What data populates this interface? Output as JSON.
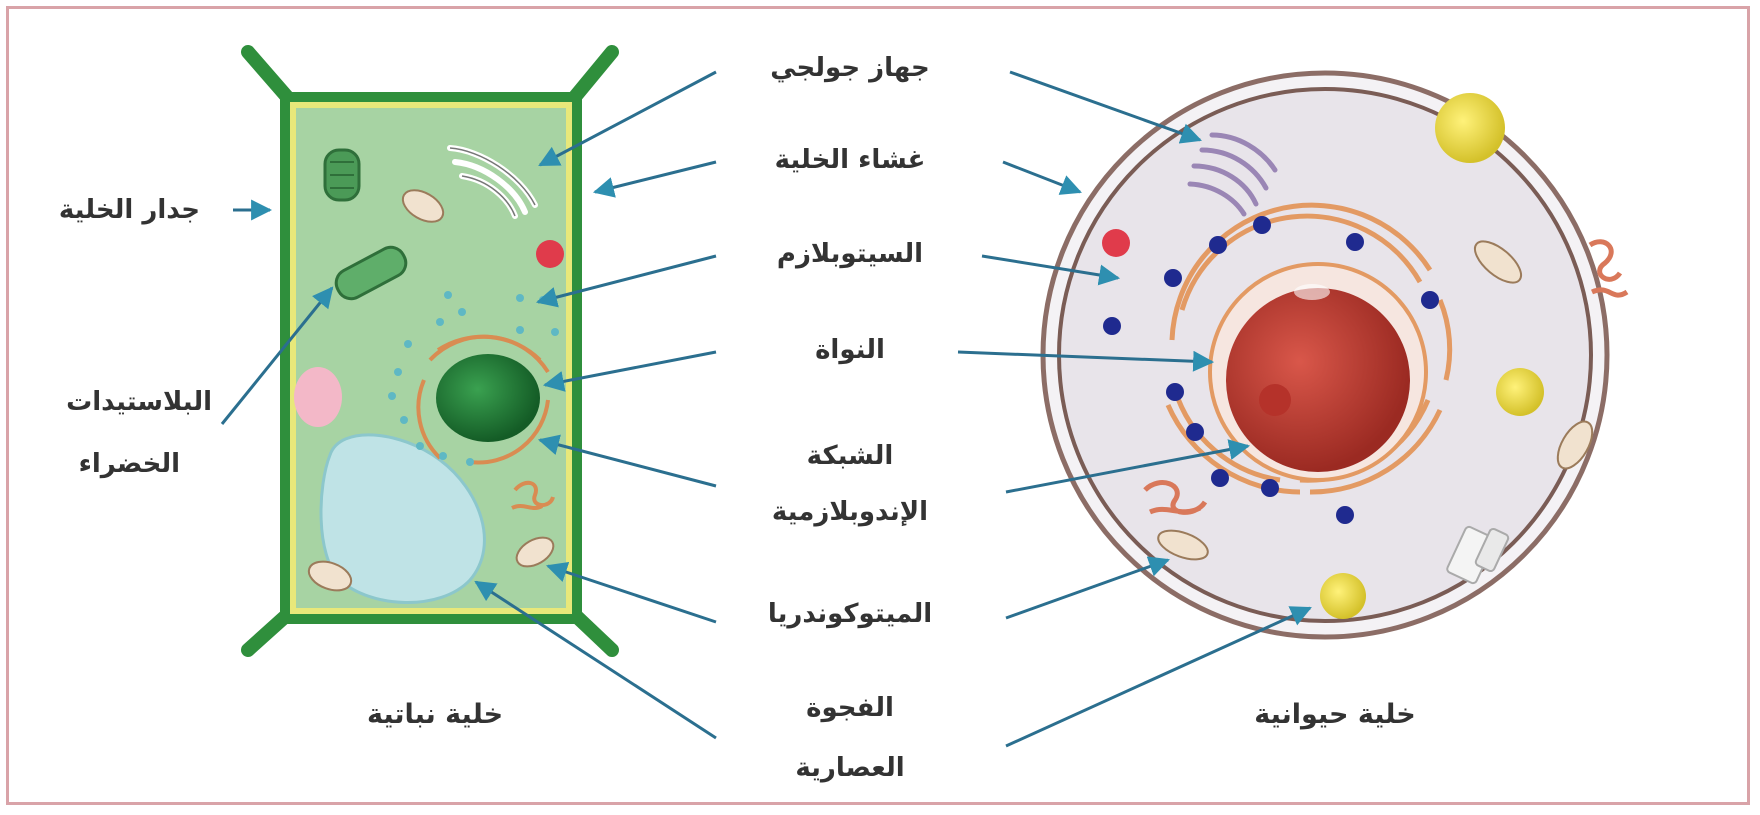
{
  "captions": {
    "plant": "خلية نباتية",
    "animal": "خلية حيوانية"
  },
  "labels": {
    "golgi": "جهاز جولجي",
    "cell_membrane": "غشاء الخلية",
    "cytoplasm": "السيتوبلازم",
    "nucleus": "النواة",
    "er_line1": "الشبكة",
    "er_line2": "الإندوبلازمية",
    "mitochondria": "الميتوكوندريا",
    "vacuole_line1": "الفجوة",
    "vacuole_line2": "العصارية",
    "cell_wall": "جدار الخلية",
    "chloroplast_line1": "البلاستيدات",
    "chloroplast_line2": "الخضراء"
  },
  "colors": {
    "arrow": "#2e8fb0",
    "label_line": "#2b6f8f",
    "cell_wall": "#2f8f3c",
    "plant_cytoplasm": "#a7d3a3",
    "animal_cytoplasm": "#e8e4ea",
    "nucleus_red": "#c0392b",
    "plant_nucleus": "#1f7a36",
    "vacuole": "#bfe3e6",
    "er_orange": "#e8a06a"
  }
}
